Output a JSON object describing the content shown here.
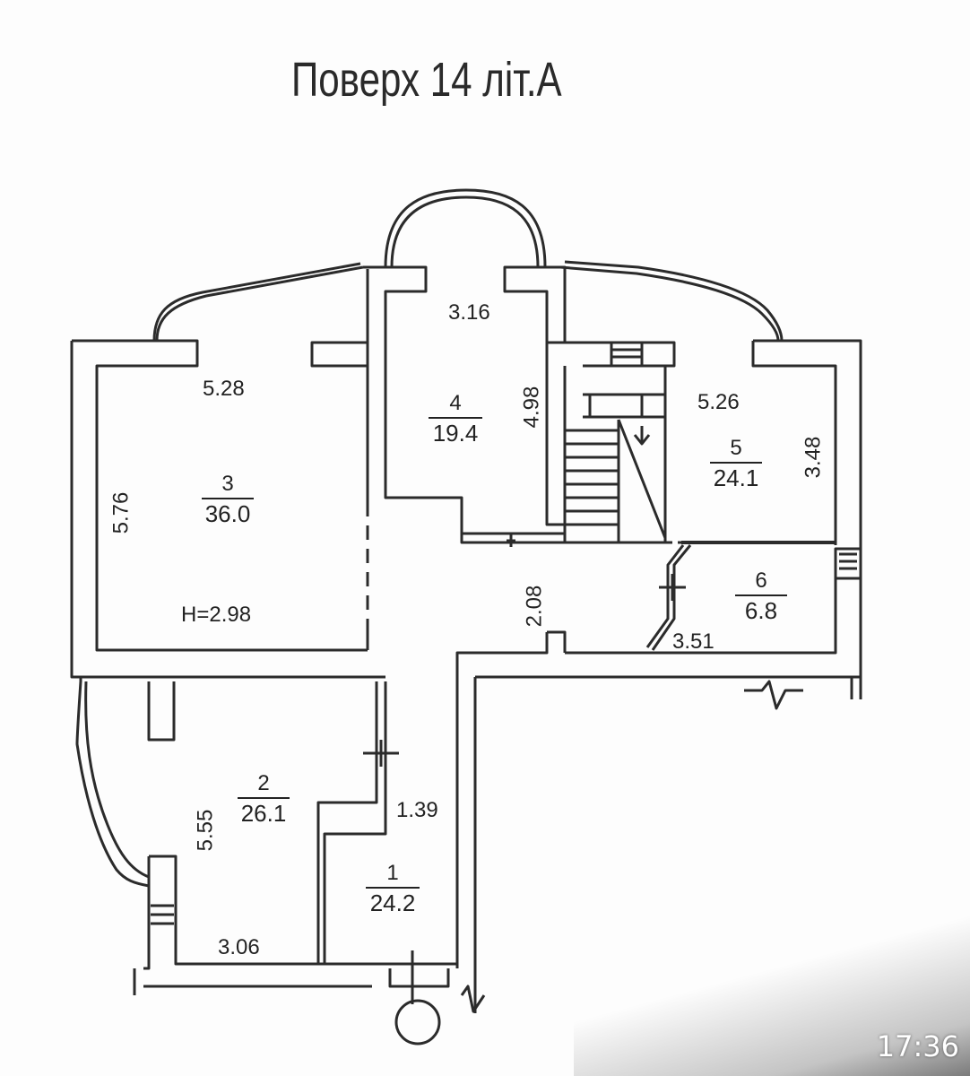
{
  "title": "Поверх 14 літ.А",
  "rooms": [
    {
      "number": "1",
      "area": "24.2"
    },
    {
      "number": "2",
      "area": "26.1"
    },
    {
      "number": "3",
      "area": "36.0"
    },
    {
      "number": "4",
      "area": "19.4"
    },
    {
      "number": "5",
      "area": "24.1"
    },
    {
      "number": "6",
      "area": "6.8"
    }
  ],
  "dimensions": {
    "room3_width": "5.28",
    "room3_height": "5.76",
    "room3_ceiling": "H=2.98",
    "room4_width": "3.16",
    "room4_depth": "4.98",
    "room5_width": "5.26",
    "room5_depth": "3.48",
    "corridor_width": "2.08",
    "room6_width": "3.51",
    "room2_depth": "5.55",
    "room2_width": "3.06",
    "room1_width": "1.39"
  },
  "status_time": "17:36",
  "colors": {
    "line": "#2b2b2b",
    "background": "#fdfdfd"
  }
}
